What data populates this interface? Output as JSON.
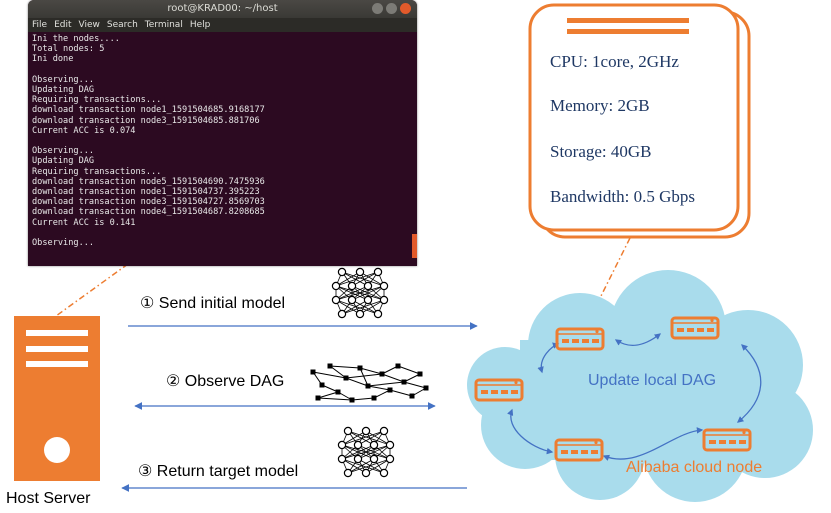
{
  "terminal": {
    "title": "root@KRAD00: ~/host",
    "menu": [
      "File",
      "Edit",
      "View",
      "Search",
      "Terminal",
      "Help"
    ],
    "lines": [
      "Ini the nodes....",
      "Total nodes: 5",
      "Ini done",
      "",
      "Observing...",
      "Updating DAG",
      "Requiring transactions...",
      "download transaction node1_1591504685.9168177",
      "download transaction node3_1591504685.881706",
      "Current ACC is 0.074",
      "",
      "Observing...",
      "Updating DAG",
      "Requiring transactions...",
      "download transaction node5_1591504690.7475936",
      "download transaction node1_1591504737.395223",
      "download transaction node3_1591504727.8569703",
      "download transaction node4_1591504687.8208685",
      "Current ACC is 0.141",
      "",
      "Observing..."
    ]
  },
  "specs": {
    "cpu": "CPU: 1core, 2GHz",
    "memory": "Memory: 2GB",
    "storage": "Storage: 40GB",
    "bandwidth": "Bandwidth: 0.5 Gbps"
  },
  "steps": {
    "send": "① Send initial model",
    "observe": "② Observe DAG",
    "return": "③ Return target model"
  },
  "host_label": "Host Server",
  "cloud": {
    "update_label": "Update local DAG",
    "node_label": "Alibaba cloud node"
  },
  "colors": {
    "orange": "#ed7d31",
    "cloud": "#a9dcec",
    "arrow": "#4472c4",
    "blue_text": "#4472c4",
    "spec_text": "#1f3864"
  }
}
